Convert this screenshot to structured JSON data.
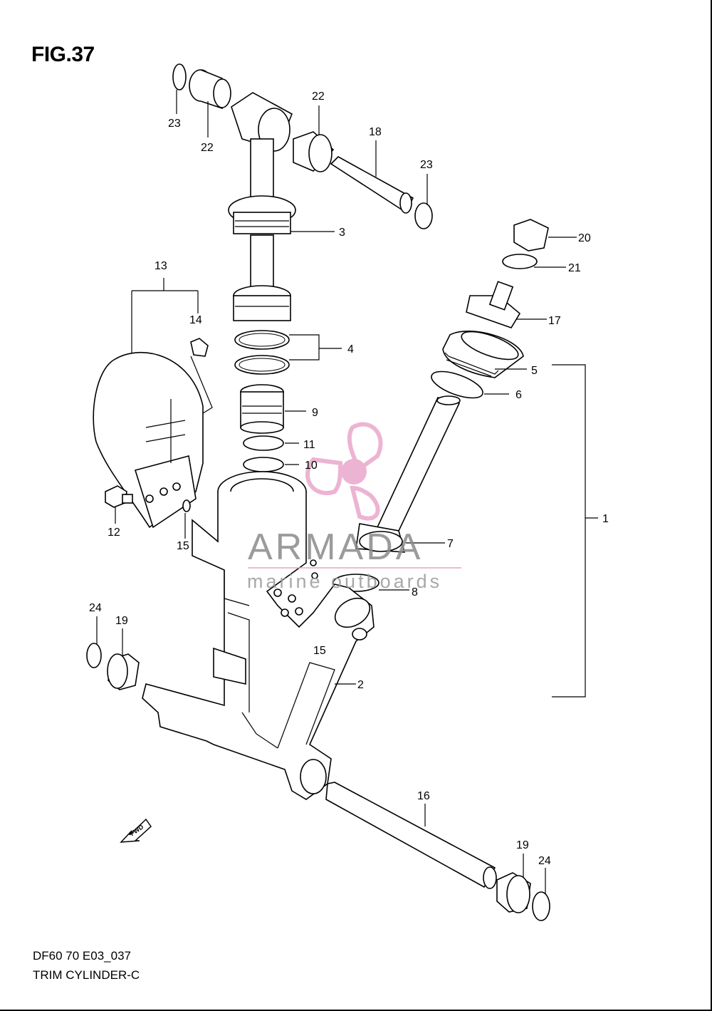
{
  "figure": {
    "title": "FIG.37",
    "code": "DF60 70 E03_037",
    "name": "TRIM CYLINDER-C"
  },
  "watermark": {
    "brand": "ARMADA",
    "tagline": "marine outboards",
    "logo_color": "#e8a2c8",
    "text_color": "#8a8a8a"
  },
  "callouts": {
    "c1": "1",
    "c2": "2",
    "c3": "3",
    "c4": "4",
    "c5": "5",
    "c6": "6",
    "c7": "7",
    "c8": "8",
    "c9": "9",
    "c10": "10",
    "c11": "11",
    "c12": "12",
    "c13": "13",
    "c14": "14",
    "c15a": "15",
    "c15b": "15",
    "c16": "16",
    "c17": "17",
    "c18": "18",
    "c19a": "19",
    "c19b": "19",
    "c20": "20",
    "c21": "21",
    "c22a": "22",
    "c22b": "22",
    "c23a": "23",
    "c23b": "23",
    "c24a": "24",
    "c24b": "24"
  },
  "icons": {
    "fwd_arrow": "FWD"
  }
}
